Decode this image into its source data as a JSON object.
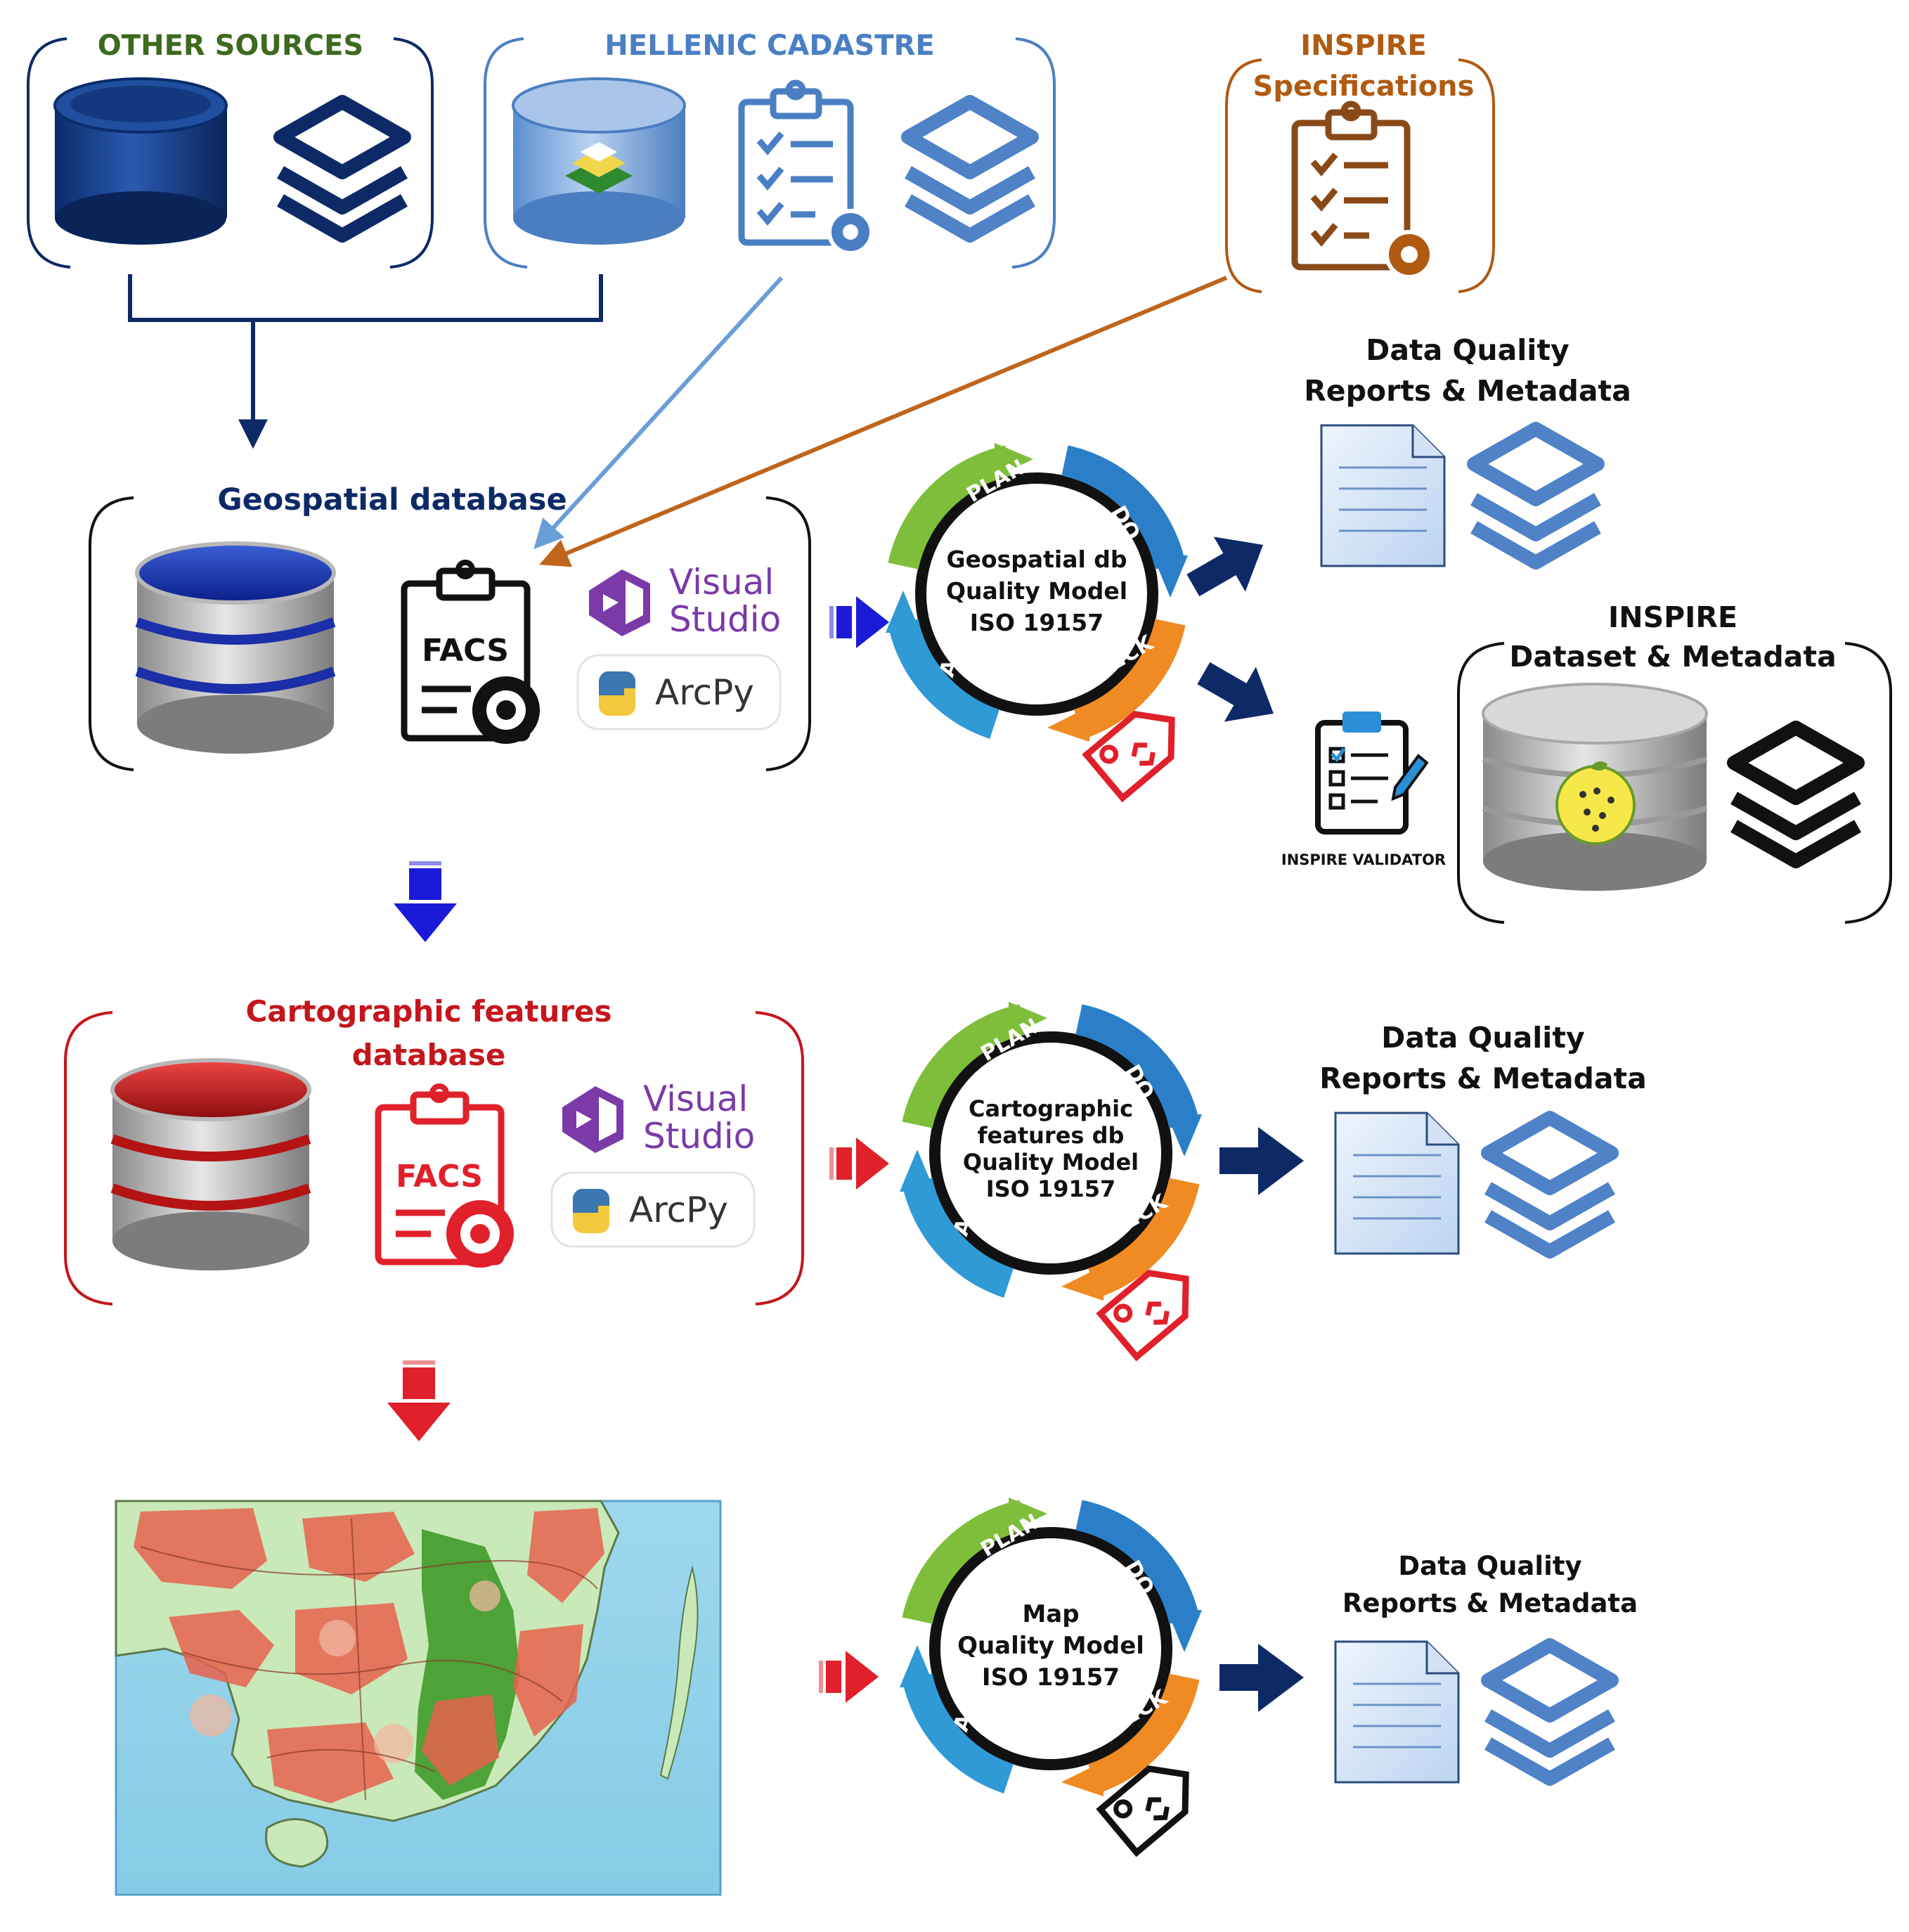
{
  "sources": {
    "other": "OTHER SOURCES",
    "cadastre": "HELLENIC CADASTRE",
    "inspire_l1": "INSPIRE",
    "inspire_l2": "Specifications"
  },
  "geo": {
    "title": "Geospatial database",
    "facs": "FACS",
    "vs_l1": "Visual",
    "vs_l2": "Studio",
    "arcpy": "ArcPy",
    "qm_l1": "Geospatial db",
    "qm_l2": "Quality Model",
    "qm_l3": "ISO 19157"
  },
  "carto": {
    "title_l1": "Cartographic features",
    "title_l2": "database",
    "facs": "FACS",
    "vs_l1": "Visual",
    "vs_l2": "Studio",
    "arcpy": "ArcPy",
    "qm_l1": "Cartographic",
    "qm_l2": "features db",
    "qm_l3": "Quality Model",
    "qm_l4": "ISO 19157"
  },
  "map_qm": {
    "qm_l1": "Map",
    "qm_l2": "Quality Model",
    "qm_l3": "ISO 19157"
  },
  "pdca": {
    "plan": "PLAN",
    "do": "DO",
    "check": "CHECK",
    "act": "ACT"
  },
  "dq": {
    "l1": "Data Quality",
    "l2": "Reports & Metadata"
  },
  "inspire_out": {
    "l1": "INSPIRE",
    "l2": "Dataset & Metadata",
    "validator": "INSPIRE VALIDATOR"
  },
  "colors": {
    "navy": "#0d2a66",
    "green_title": "#3d6a1e",
    "cadastre_blue": "#4a7fc4",
    "inspire_brown": "#b05a12",
    "carto_red": "#c4161c",
    "vs_purple": "#7b3aa8",
    "layer_blue": "#4f82c6"
  }
}
